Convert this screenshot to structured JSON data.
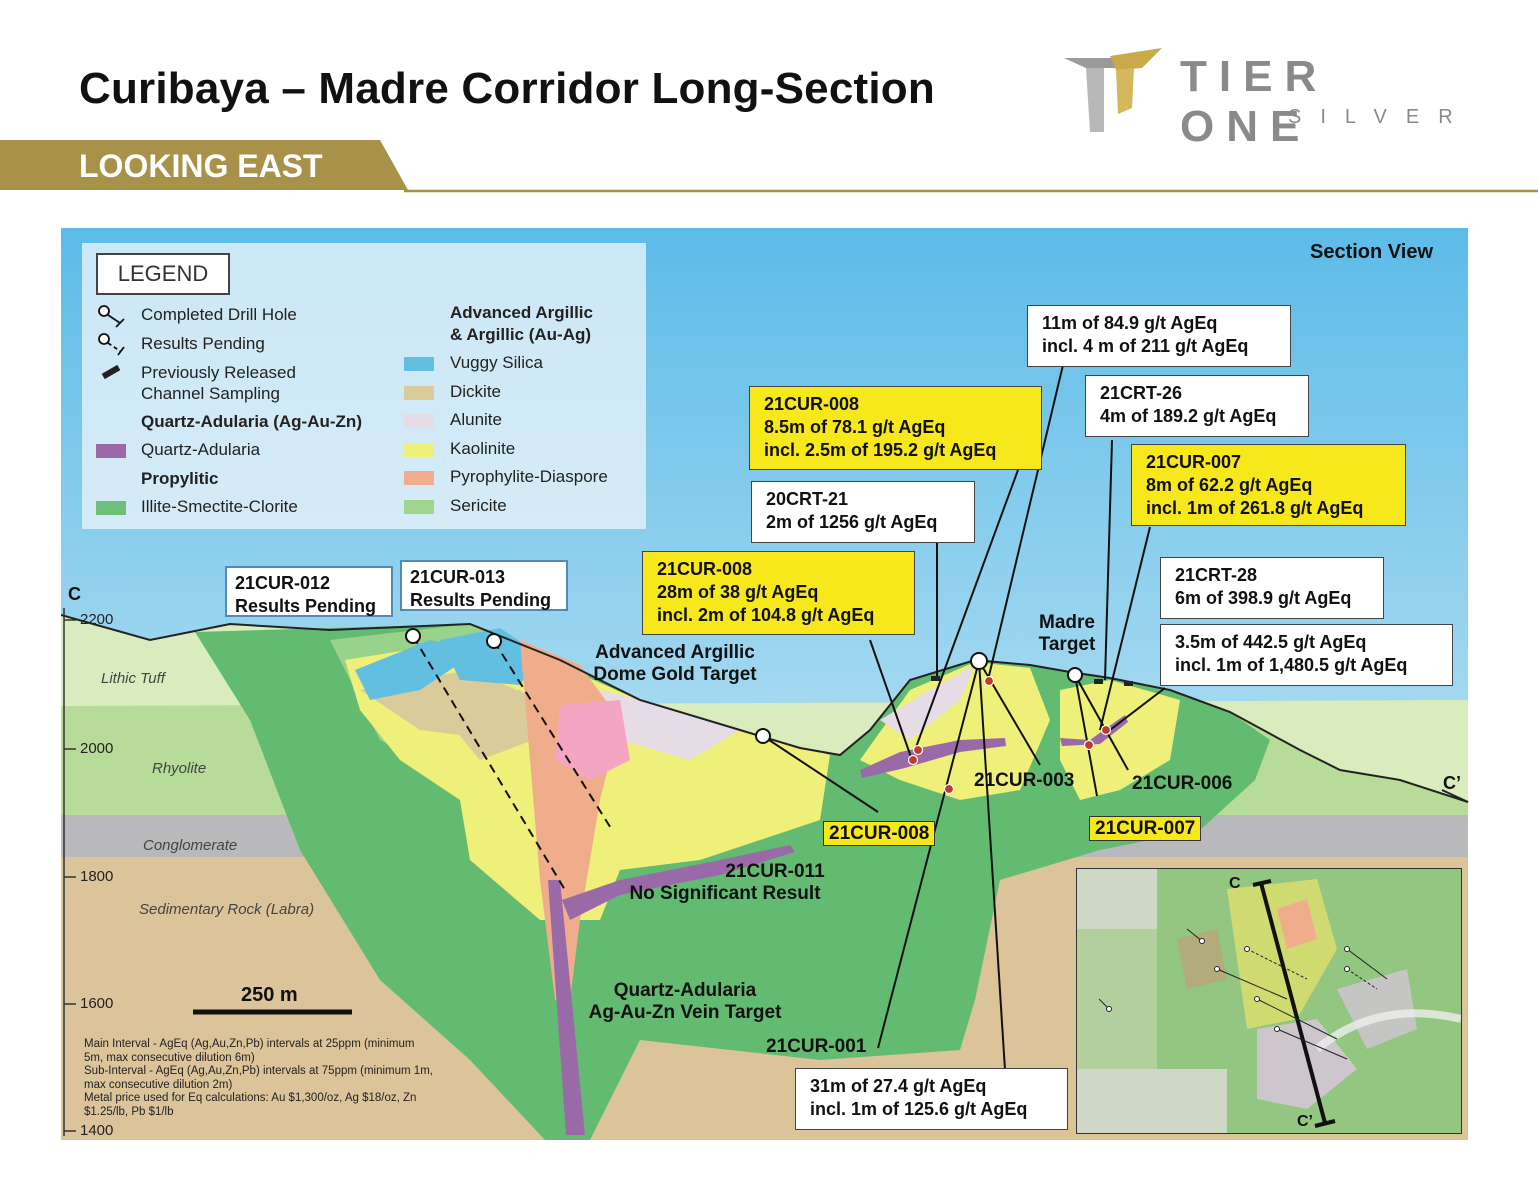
{
  "header": {
    "title": "Curibaya – Madre Corridor Long-Section",
    "banner": "LOOKING EAST",
    "logo_main": "TIER ONE",
    "logo_sub": "SILVER",
    "brand_color": "#a8924a"
  },
  "section_view_label": "Section View",
  "section_endpoints": {
    "start": "C",
    "end": "C’"
  },
  "elevation_ticks": [
    "2200",
    "2000",
    "1800",
    "1600",
    "1400"
  ],
  "units": {
    "lithic_tuff": "Lithic Tuff",
    "rhyolite": "Rhyolite",
    "conglomerate": "Conglomerate",
    "sedimentary": "Sedimentary Rock (Labra)"
  },
  "scale_bar": "250 m",
  "legend": {
    "title": "LEGEND",
    "completed": "Completed Drill Hole",
    "pending": "Results Pending",
    "channel_1": "Previously Released",
    "channel_2": "Channel Sampling",
    "qa_head": "Quartz-Adularia (Ag-Au-Zn)",
    "qa": "Quartz-Adularia",
    "prop_head": "Propylitic",
    "ism": "Illite-Smectite-Clorite",
    "aa_head_1": "Advanced Argillic",
    "aa_head_2": "& Argillic (Au-Ag)",
    "vuggy": "Vuggy Silica",
    "dickite": "Dickite",
    "alunite": "Alunite",
    "kaolinite": "Kaolinite",
    "pyro": "Pyrophylite-Diaspore",
    "sericite": "Sericite"
  },
  "callouts": {
    "c1_l1": "11m of 84.9 g/t AgEq",
    "c1_l2": "incl. 4 m of 211 g/t AgEq",
    "c2_l1": "21CUR-008",
    "c2_l2": "8.5m of 78.1 g/t AgEq",
    "c2_l3": "incl. 2.5m of 195.2 g/t AgEq",
    "c3_l1": "21CRT-26",
    "c3_l2": "4m of 189.2 g/t AgEq",
    "c4_l1": "21CUR-007",
    "c4_l2": "8m of 62.2 g/t AgEq",
    "c4_l3": "incl. 1m of 261.8 g/t AgEq",
    "c5_l1": "20CRT-21",
    "c5_l2": "2m of 1256 g/t AgEq",
    "c6_l1": "21CUR-008",
    "c6_l2": "28m of 38 g/t AgEq",
    "c6_l3": "incl. 2m of 104.8 g/t AgEq",
    "c7_l1": "21CRT-28",
    "c7_l2": "6m of 398.9 g/t AgEq",
    "c8_l1": "3.5m of 442.5 g/t AgEq",
    "c8_l2": "incl. 1m of 1,480.5 g/t AgEq",
    "c9_l1": "21CUR-012",
    "c9_l2": "Results Pending",
    "c10_l1": "21CUR-013",
    "c10_l2": "Results Pending",
    "c11_l1": "31m of 27.4 g/t AgEq",
    "c11_l2": "incl. 1m of 125.6 g/t AgEq"
  },
  "labels": {
    "dome_1": "Advanced Argillic",
    "dome_2": "Dome Gold Target",
    "madre_1": "Madre",
    "madre_2": "Target",
    "h003": "21CUR-003",
    "h006": "21CUR-006",
    "h007": "21CUR-007",
    "h008": "21CUR-008",
    "h011": "21CUR-011",
    "h011_res": "No Significant Result",
    "h001": "21CUR-001",
    "qa_1": "Quartz-Adularia",
    "qa_2": "Ag-Au-Zn Vein Target"
  },
  "notes": {
    "n1": "Main Interval - AgEq (Ag,Au,Zn,Pb) intervals at 25ppm (minimum 5m, max consecutive dilution 6m)",
    "n2": "Sub-Interval - AgEq (Ag,Au,Zn,Pb) intervals at 75ppm (minimum 1m, max consecutive dilution 2m)",
    "n3": "Metal price used for Eq calculations: Au $1,300/oz, Ag $18/oz, Zn $1.25/lb, Pb $1/lb"
  },
  "inset": {
    "start": "C",
    "end": "C’"
  },
  "colors": {
    "highlight": "#f6e81a",
    "vuggy": "#63bfe0",
    "dickite": "#d9cc9a",
    "alunite": "#e6dce6",
    "kaolinite": "#eef07a",
    "pyro": "#f0ad8c",
    "sericite": "#9fd68e",
    "illite": "#6dc07a",
    "quartz_adularia": "#9a6aa8"
  }
}
